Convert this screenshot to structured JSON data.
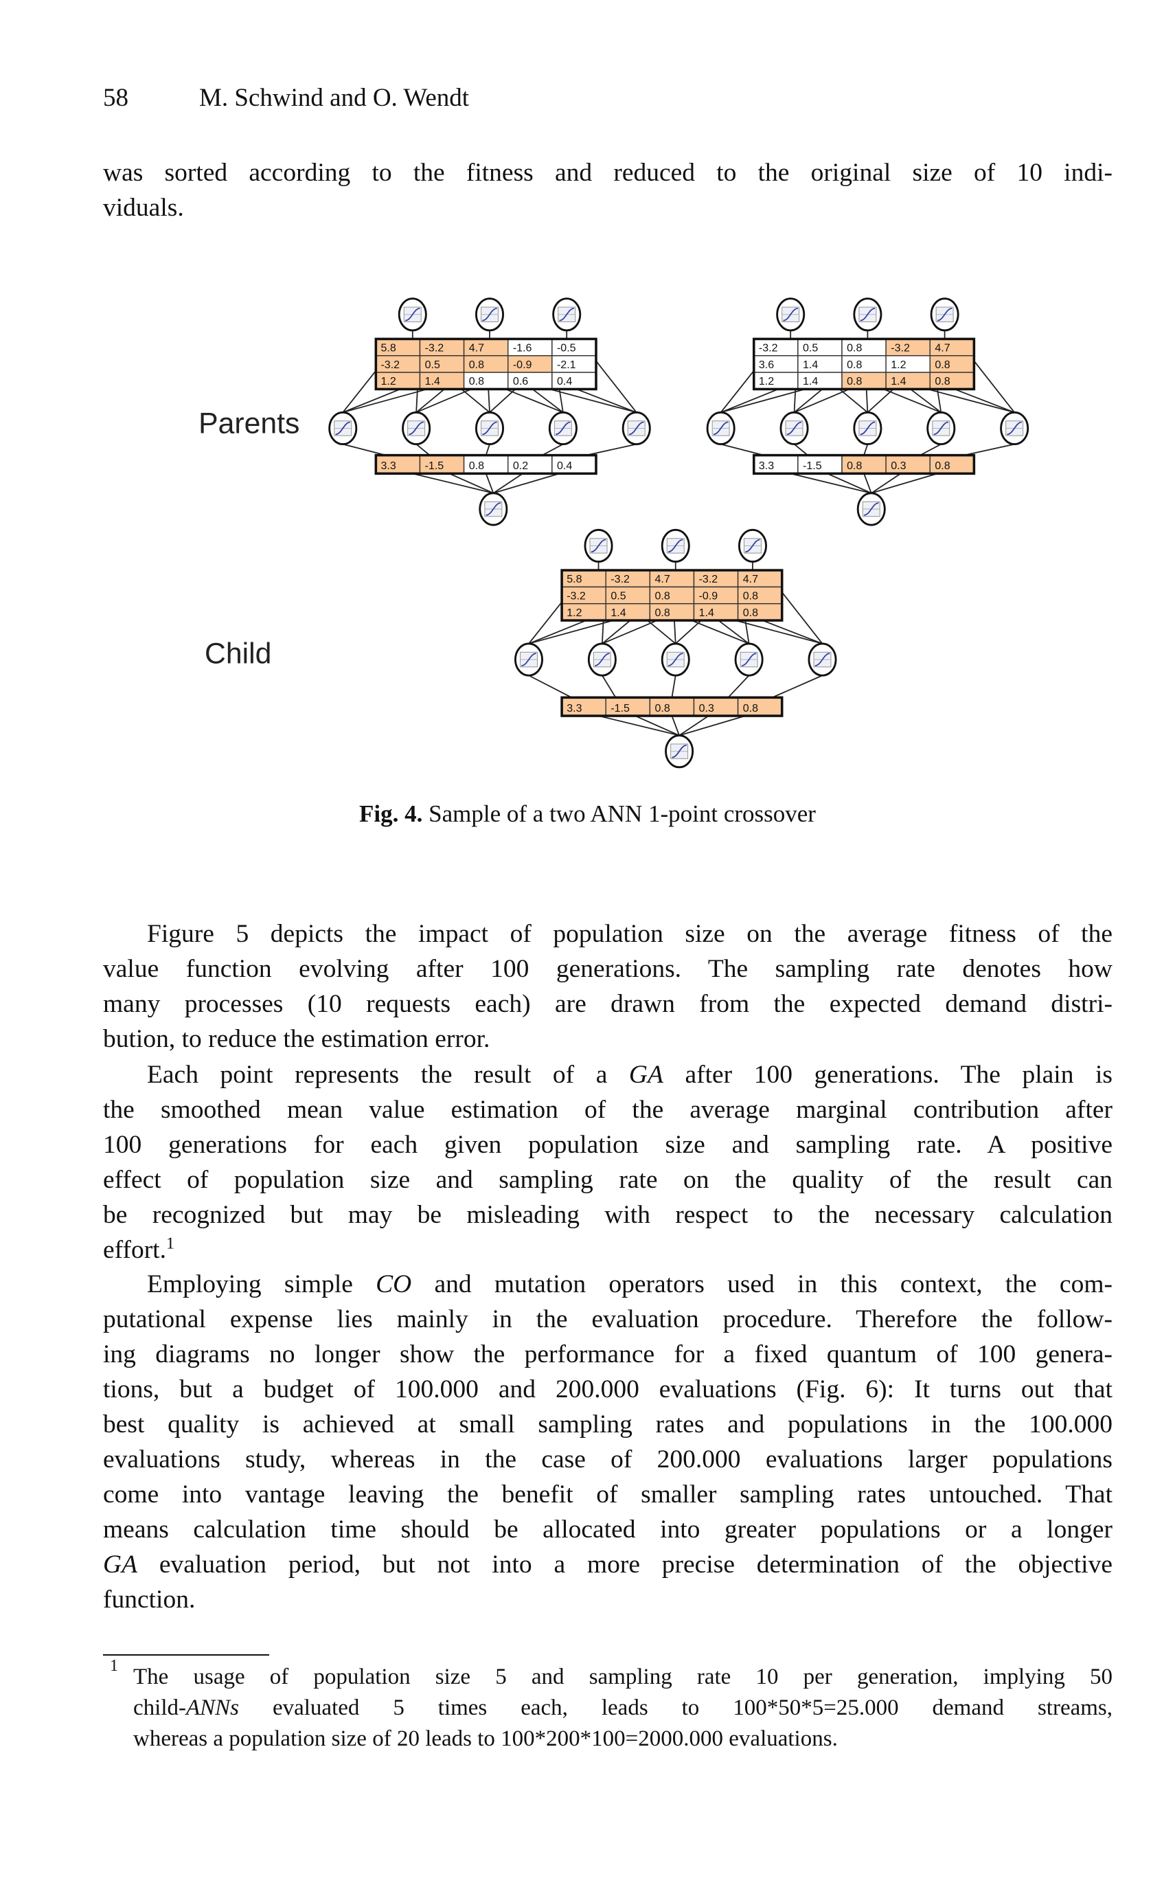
{
  "header": {
    "page_number": "58",
    "authors": "M. Schwind and O. Wendt"
  },
  "paragraph0": [
    [
      {
        "t": "was sorted according to the fitness and reduced to the original size of 10 indi-"
      }
    ],
    [
      {
        "t": "viduals."
      }
    ]
  ],
  "figure": {
    "parents_label": "Parents",
    "child_label": "Child",
    "highlight_color": "#fcc99a",
    "networks": [
      {
        "name": "parent-1",
        "weights": [
          [
            "5.8",
            "-3.2",
            "4.7",
            "-1.6",
            "-0.5"
          ],
          [
            "-3.2",
            "0.5",
            "0.8",
            "-0.9",
            "-2.1"
          ],
          [
            "1.2",
            "1.4",
            "0.8",
            "0.6",
            "0.4"
          ]
        ],
        "weights_highlight": [
          [
            true,
            true,
            true,
            false,
            false
          ],
          [
            true,
            true,
            true,
            true,
            false
          ],
          [
            true,
            true,
            false,
            false,
            false
          ]
        ],
        "output_weights": [
          "3.3",
          "-1.5",
          "0.8",
          "0.2",
          "0.4"
        ],
        "output_highlight": [
          true,
          true,
          false,
          false,
          false
        ]
      },
      {
        "name": "parent-2",
        "weights": [
          [
            "-3.2",
            "0.5",
            "0.8",
            "-3.2",
            "4.7"
          ],
          [
            "3.6",
            "1.4",
            "0.8",
            "1.2",
            "0.8"
          ],
          [
            "1.2",
            "1.4",
            "0.8",
            "1.4",
            "0.8"
          ]
        ],
        "weights_highlight": [
          [
            false,
            false,
            false,
            true,
            true
          ],
          [
            false,
            false,
            false,
            false,
            true
          ],
          [
            false,
            false,
            true,
            true,
            true
          ]
        ],
        "output_weights": [
          "3.3",
          "-1.5",
          "0.8",
          "0.3",
          "0.8"
        ],
        "output_highlight": [
          false,
          false,
          true,
          true,
          true
        ]
      },
      {
        "name": "child",
        "weights": [
          [
            "5.8",
            "-3.2",
            "4.7",
            "-3.2",
            "4.7"
          ],
          [
            "-3.2",
            "0.5",
            "0.8",
            "-0.9",
            "0.8"
          ],
          [
            "1.2",
            "1.4",
            "0.8",
            "1.4",
            "0.8"
          ]
        ],
        "weights_highlight": [
          [
            true,
            true,
            true,
            true,
            true
          ],
          [
            true,
            true,
            true,
            true,
            true
          ],
          [
            true,
            true,
            true,
            true,
            true
          ]
        ],
        "output_weights": [
          "3.3",
          "-1.5",
          "0.8",
          "0.3",
          "0.8"
        ],
        "output_highlight": [
          true,
          true,
          true,
          true,
          true
        ]
      }
    ],
    "caption_label": "Fig. 4.",
    "caption_text": " Sample of a two ANN 1-point crossover"
  },
  "paragraph1": [
    [
      {
        "t": "Figure 5 depicts the impact of population size on the average fitness of the"
      }
    ],
    [
      {
        "t": "value function evolving after 100 generations. The sampling rate denotes how"
      }
    ],
    [
      {
        "t": "many processes (10 requests each) are drawn from the expected demand distri-"
      }
    ],
    [
      {
        "t": "bution, to reduce the estimation error."
      }
    ]
  ],
  "paragraph2": [
    [
      {
        "t": "Each point represents the result of a "
      },
      {
        "t": "GA",
        "i": true
      },
      {
        "t": " after 100 generations. The plain is"
      }
    ],
    [
      {
        "t": "the smoothed mean value estimation of the average marginal contribution after"
      }
    ],
    [
      {
        "t": "100 generations for each given population size and sampling rate. A positive"
      }
    ],
    [
      {
        "t": "effect of population size and sampling rate on the quality of the result can"
      }
    ],
    [
      {
        "t": "be recognized but may be misleading with respect to the necessary calculation"
      }
    ],
    [
      {
        "t": "effort."
      },
      {
        "t": "1",
        "sup": true
      }
    ]
  ],
  "paragraph3": [
    [
      {
        "t": "Employing simple "
      },
      {
        "t": "CO",
        "i": true
      },
      {
        "t": " and mutation operators used in this context, the com-"
      }
    ],
    [
      {
        "t": "putational expense lies mainly in the evaluation procedure. Therefore the follow-"
      }
    ],
    [
      {
        "t": "ing diagrams no longer show the performance for a fixed quantum of 100 genera-"
      }
    ],
    [
      {
        "t": "tions, but a budget of 100.000 and 200.000 evaluations (Fig. 6): It turns out that"
      }
    ],
    [
      {
        "t": "best quality is achieved at small sampling rates and populations in the 100.000"
      }
    ],
    [
      {
        "t": "evaluations study, whereas in the case of 200.000 evaluations larger populations"
      }
    ],
    [
      {
        "t": "come into vantage leaving the benefit of smaller sampling rates untouched. That"
      }
    ],
    [
      {
        "t": "means calculation time should be allocated into greater populations or a longer"
      }
    ],
    [
      {
        "t": "GA",
        "i": true
      },
      {
        "t": " evaluation period, but not into a more precise determination of the objective"
      }
    ],
    [
      {
        "t": "function."
      }
    ]
  ],
  "footnote": {
    "number": "1",
    "lines": [
      [
        {
          "t": "The usage of population size 5 and sampling rate 10 per generation, implying 50"
        }
      ],
      [
        {
          "t": "child-"
        },
        {
          "t": "ANNs",
          "i": true
        },
        {
          "t": " evaluated 5 times each, leads to 100*50*5=25.000 demand streams,"
        }
      ],
      [
        {
          "t": "whereas a population size of 20 leads to 100*200*100=2000.000 evaluations."
        }
      ]
    ]
  }
}
